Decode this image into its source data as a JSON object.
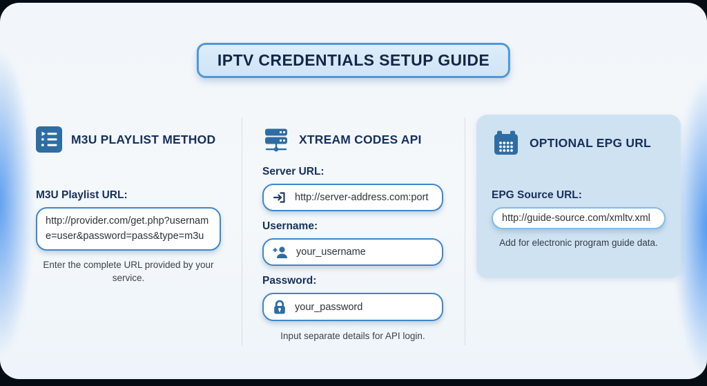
{
  "title": "IPTV CREDENTIALS SETUP GUIDE",
  "colors": {
    "page_background": "#060c14",
    "panel_background": "#f3f7fa",
    "accent_blue": "#2e6da4",
    "input_border": "#3e86c9",
    "title_border": "#4f97d7",
    "title_fill": "#d6e8f8",
    "heading_navy": "#17305a",
    "epg_card_background": "#cfe2f2",
    "edge_glow": "#3e8cec"
  },
  "columns": {
    "m3u": {
      "icon": "playlist-icon",
      "header": "M3U PLAYLIST METHOD",
      "field_label": "M3U Playlist URL:",
      "field_value": "http://provider.com/get.php?username=user&password=pass&type=m3u",
      "helper": "Enter the complete URL provided by your service."
    },
    "xtream": {
      "icon": "server-icon",
      "header": "XTREAM CODES API",
      "fields": [
        {
          "icon": "login-icon",
          "label": "Server URL:",
          "value": "http://server-address.com:port"
        },
        {
          "icon": "user-plus-icon",
          "label": "Username:",
          "value": "your_username"
        },
        {
          "icon": "lock-icon",
          "label": "Password:",
          "value": "your_password"
        }
      ],
      "helper": "Input separate details for API login."
    },
    "epg": {
      "icon": "calendar-icon",
      "header": "OPTIONAL EPG URL",
      "field_label": "EPG Source URL:",
      "field_value": "http://guide-source.com/xmltv.xml",
      "helper": "Add for electronic program guide data."
    }
  }
}
